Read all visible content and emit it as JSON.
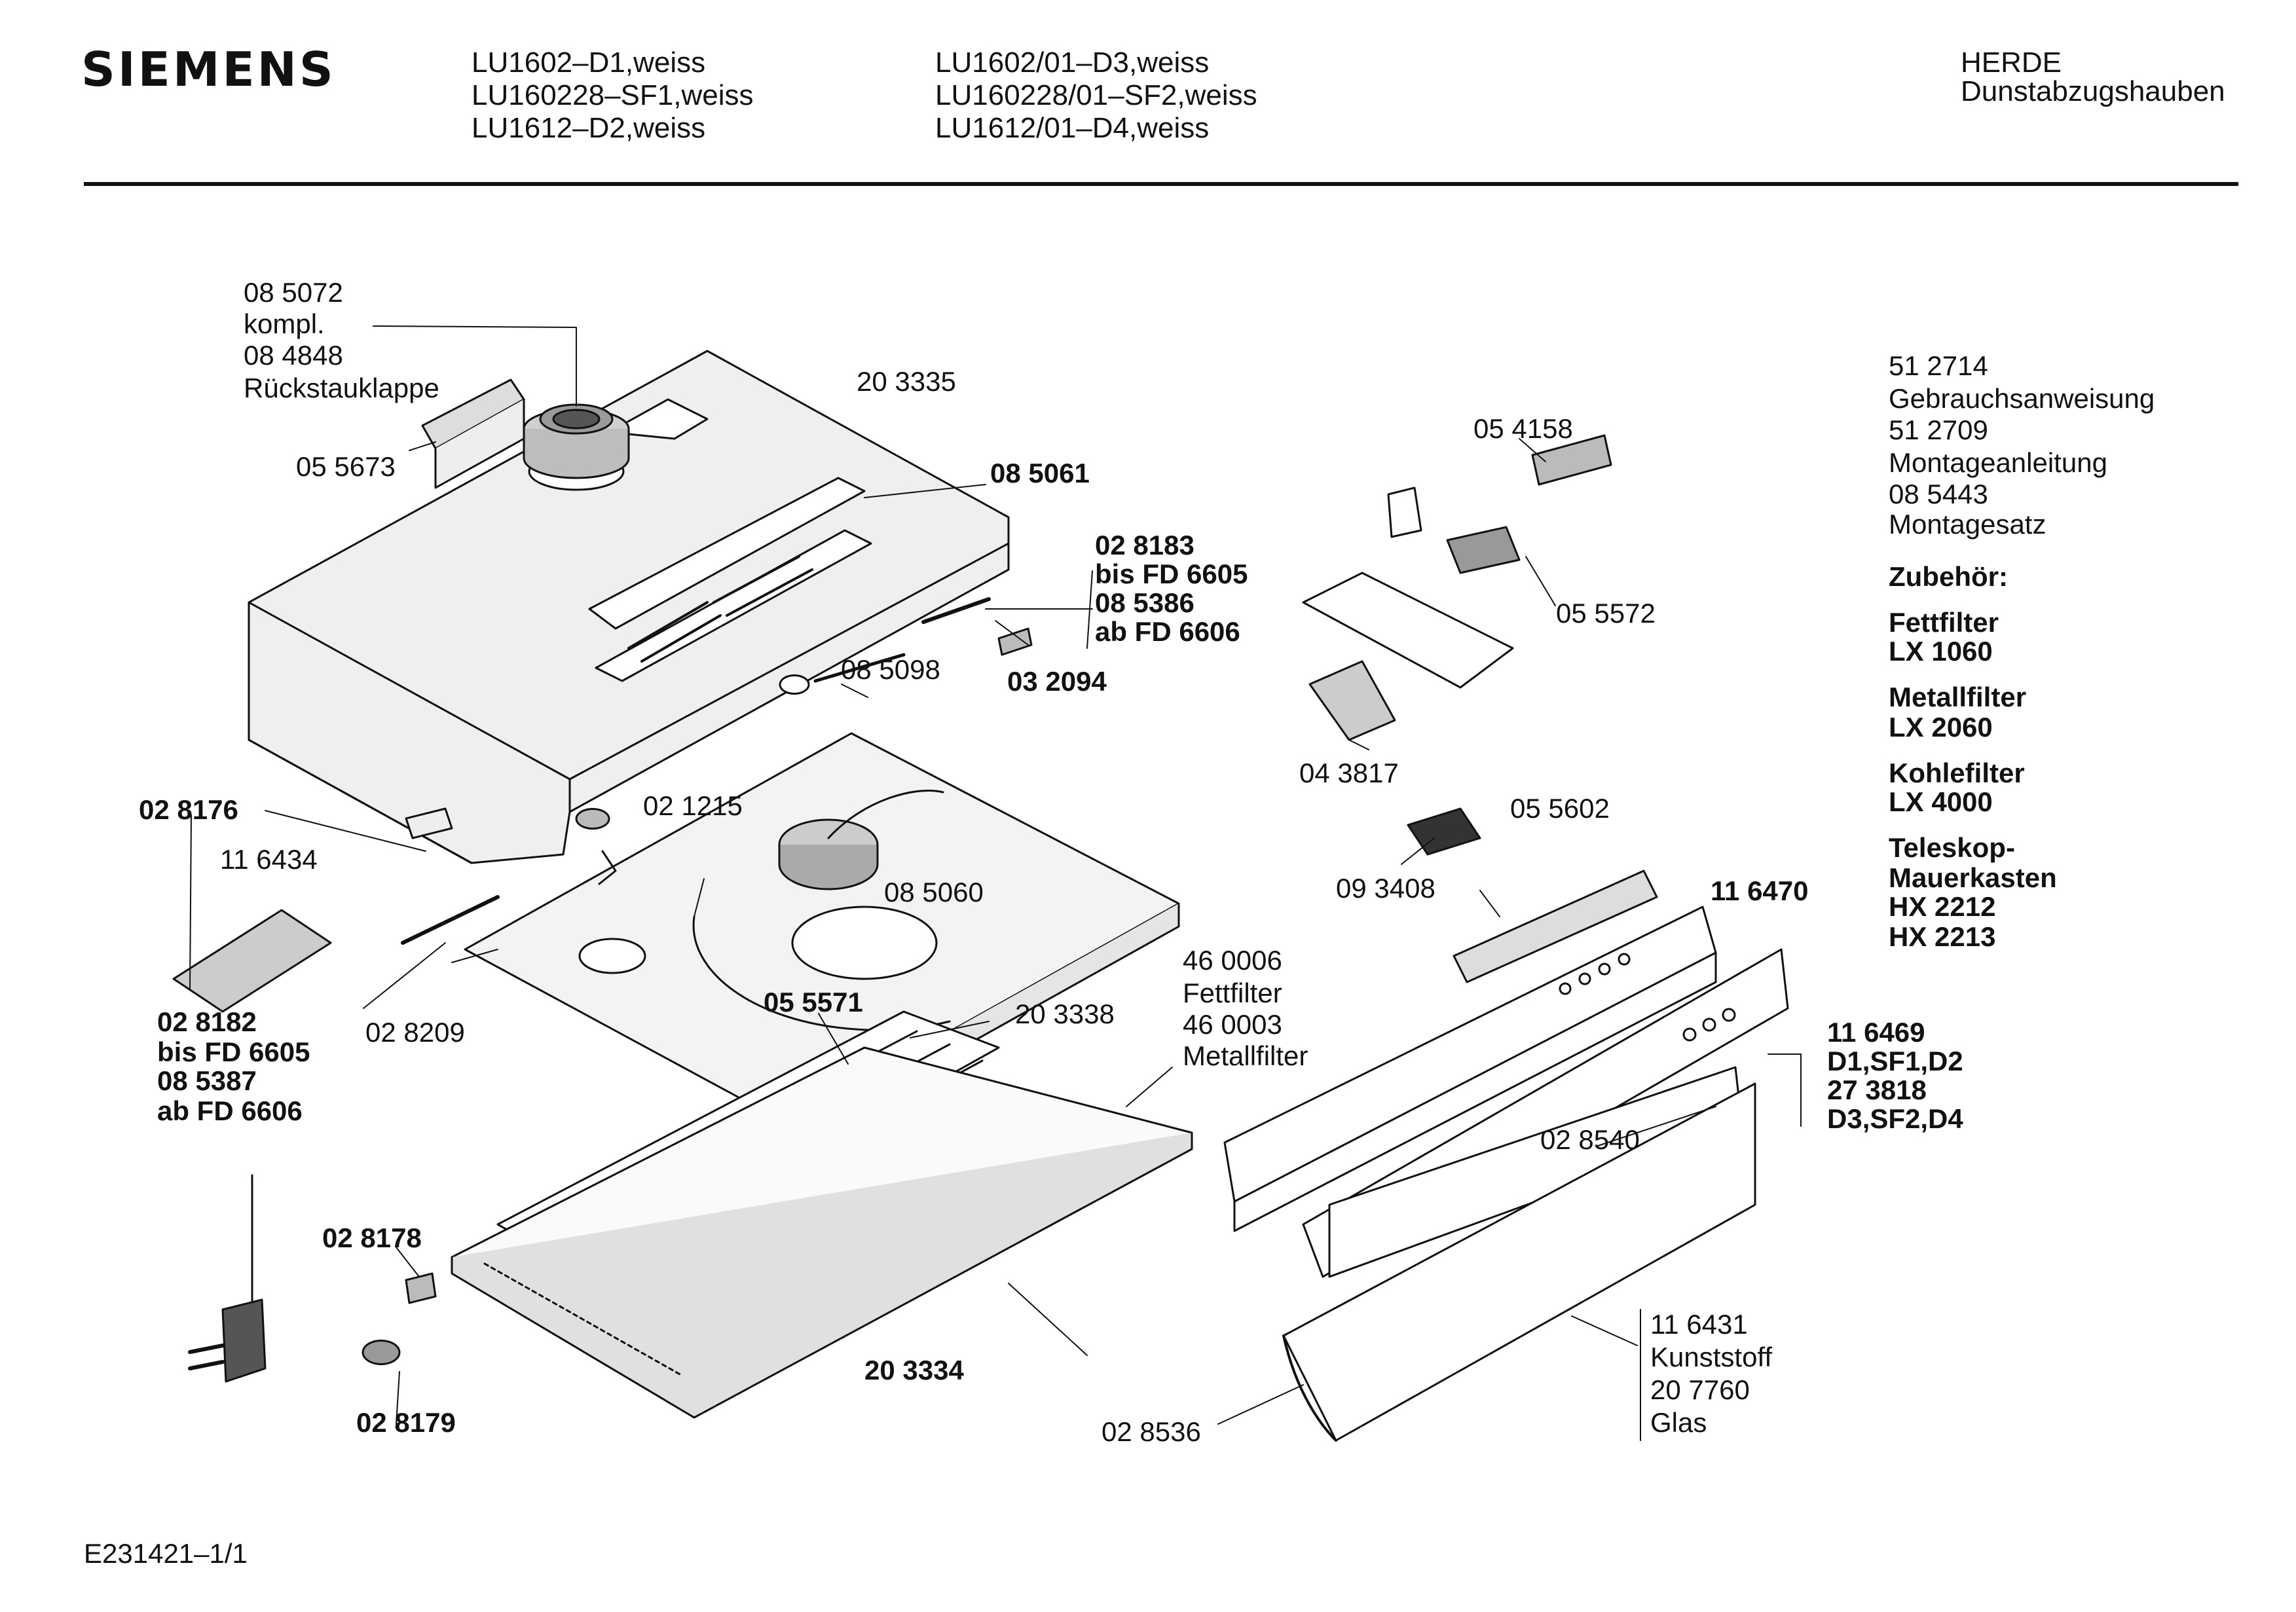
{
  "header": {
    "brand": "SIEMENS",
    "models_col1": [
      "LU1602–D1,weiss",
      "LU160228–SF1,weiss",
      "LU1612–D2,weiss"
    ],
    "models_col2": [
      "LU1602/01–D3,weiss",
      "LU160228/01–SF2,weiss",
      "LU1612/01–D4,weiss"
    ],
    "category": [
      "HERDE",
      "Dunstabzugshauben"
    ]
  },
  "parts": {
    "p085072": "08 5072",
    "kompl": "kompl.",
    "p084848": "08 4848",
    "rueckstau": "Rückstauklappe",
    "p203335": "20 3335",
    "p055673": "05 5673",
    "p085061": "08 5061",
    "p028183": "02 8183",
    "bis1": "bis FD 6605",
    "p085386": "08 5386",
    "ab1": "ab FD 6606",
    "p085098": "08 5098",
    "p032094": "03 2094",
    "p054158": "05 4158",
    "p055572": "05 5572",
    "p043817": "04 3817",
    "p055602": "05 5602",
    "p093408": "09 3408",
    "p116470": "11 6470",
    "p028176": "02 8176",
    "p116434": "11 6434",
    "p021215": "02 1215",
    "p085060": "08 5060",
    "p028182": "02 8182",
    "bis2": "bis FD 6605",
    "p085387": "08 5387",
    "ab2": "ab FD 6606",
    "p028209": "02 8209",
    "p055571": "05 5571",
    "p203338": "20 3338",
    "p460006": "46 0006",
    "fettfilter": "Fettfilter",
    "p460003": "46 0003",
    "metallfilter": "Metallfilter",
    "p116469": "11 6469",
    "v1": "D1,SF1,D2",
    "p273818": "27 3818",
    "v2": "D3,SF2,D4",
    "p028540": "02 8540",
    "p028178": "02 8178",
    "p203334": "20 3334",
    "p028179": "02 8179",
    "p116431": "11 6431",
    "kunststoff": "Kunststoff",
    "p207760": "20 7760",
    "glas": "Glas",
    "p028536": "02 8536"
  },
  "sidebar": {
    "items": [
      {
        "code": "51 2714",
        "desc": "Gebrauchsanweisung"
      },
      {
        "code": "51 2709",
        "desc": "Montageanleitung"
      },
      {
        "code": "08 5443",
        "desc": "Montagesatz"
      }
    ],
    "zubehoer": "Zubehör:",
    "acc": [
      {
        "name": "Fettfilter",
        "codes": [
          "LX 1060"
        ]
      },
      {
        "name": "Metallfilter",
        "codes": [
          "LX 2060"
        ]
      },
      {
        "name": "Kohlefilter",
        "codes": [
          "LX 4000"
        ]
      },
      {
        "name": "Teleskop-",
        "name2": "Mauerkasten",
        "codes": [
          "HX 2212",
          "HX 2213"
        ]
      }
    ]
  },
  "footer": {
    "docid": "E231421–1/1"
  }
}
